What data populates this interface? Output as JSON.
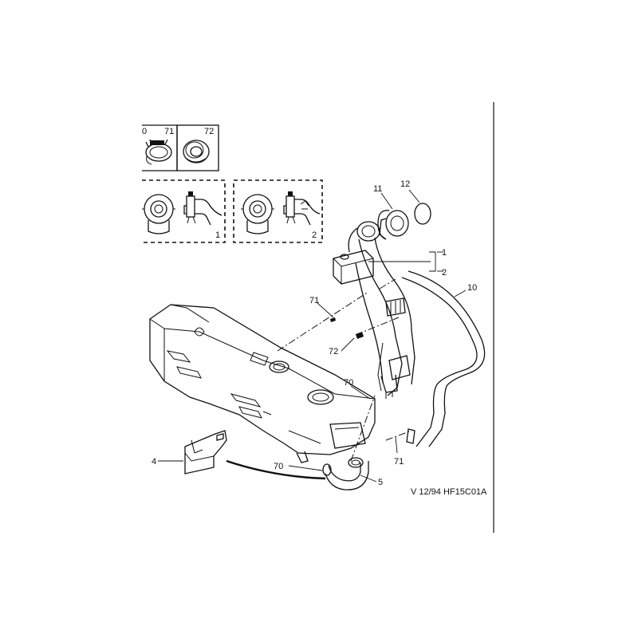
{
  "parts": {
    "p1": "1",
    "p2": "2",
    "p4": "4",
    "p5": "5",
    "p10": "10",
    "p11": "11",
    "p12": "12",
    "p70": "70",
    "p71": "71",
    "p72": "72"
  },
  "insets": {
    "top_left_label_a": "0",
    "top_left_label_b": "71",
    "top_right_label": "72",
    "variant_1": "1",
    "variant_2": "2"
  },
  "reference": "V 12/94 HF15C01A"
}
